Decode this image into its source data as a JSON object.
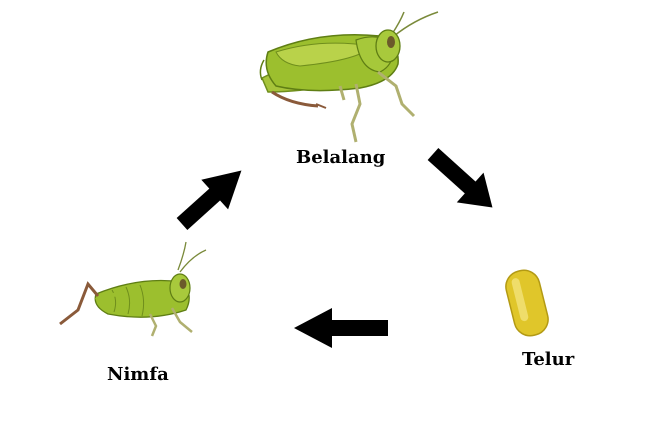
{
  "stages": {
    "adult": {
      "label": "Belalang"
    },
    "egg": {
      "label": "Telur"
    },
    "nymph": {
      "label": "Nimfa"
    }
  },
  "colors": {
    "body_green": "#9cbf2e",
    "body_dark": "#6f8e1c",
    "leg_brown": "#8a5a3a",
    "egg_yellow": "#e0c62a",
    "arrow": "#000000"
  },
  "icons": {
    "adult": "grasshopper-adult-icon",
    "egg": "egg-icon",
    "nymph": "grasshopper-nymph-icon",
    "arrows": [
      "arrow-adult-to-egg",
      "arrow-egg-to-nymph",
      "arrow-nymph-to-adult"
    ]
  }
}
